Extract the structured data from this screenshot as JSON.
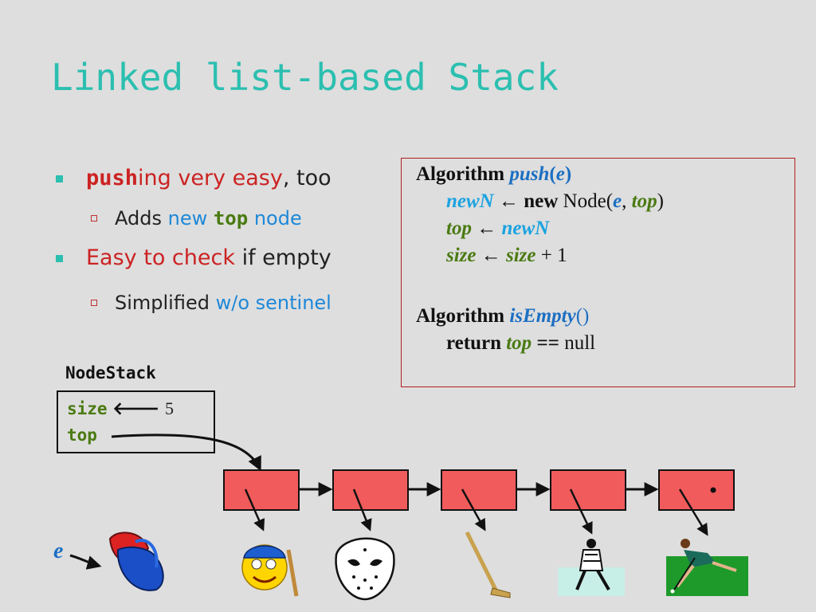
{
  "title": "Linked list-based Stack",
  "bullets": {
    "b1": {
      "push": "push",
      "ing": "ing very easy",
      "rest": ", too"
    },
    "b1_sub": {
      "adds": "Adds ",
      "new": "new ",
      "top": "top",
      "node": " node"
    },
    "b2": {
      "easy": "Easy to check",
      "rest": " if empty"
    },
    "b2_sub": {
      "simplified": "Simplified ",
      "wo": "w/o sentinel"
    }
  },
  "algorithm": {
    "push_header": {
      "kw": "Algorithm",
      "name": "push",
      "open": "(",
      "param": "e",
      "close": ")"
    },
    "line1": {
      "newN": "newN",
      "arrow": " ← ",
      "new": "new",
      "node": " Node(",
      "e": "e",
      "comma": ", ",
      "top": "top",
      "close": ")"
    },
    "line2": {
      "top": "top",
      "arrow": " ← ",
      "newN": "newN"
    },
    "line3": {
      "size": "size",
      "arrow": " ← ",
      "size2": "size",
      "plus": " + 1"
    },
    "isempty_header": {
      "kw": "Algorithm",
      "name": "isEmpty",
      "parens": "()"
    },
    "line4": {
      "return": "return",
      "top": "top",
      "eq": "==",
      "null": "null"
    }
  },
  "nodestack": {
    "label": "NodeStack",
    "size_field": "size",
    "size_arrow": "🡐",
    "size_value": "5",
    "top_field": "top"
  },
  "e_label": "e",
  "icons": [
    "boxing-glove-icon",
    "hockey-emoji-icon",
    "goalie-mask-icon",
    "hockey-stick-icon",
    "hockey-player-icon",
    "field-hockey-player-icon"
  ],
  "colors": {
    "title": "#2bbfb0",
    "node_fill": "#f25b5b",
    "box_border": "#b02020",
    "green": "#4a7a12",
    "blue": "#1c6fc2"
  }
}
